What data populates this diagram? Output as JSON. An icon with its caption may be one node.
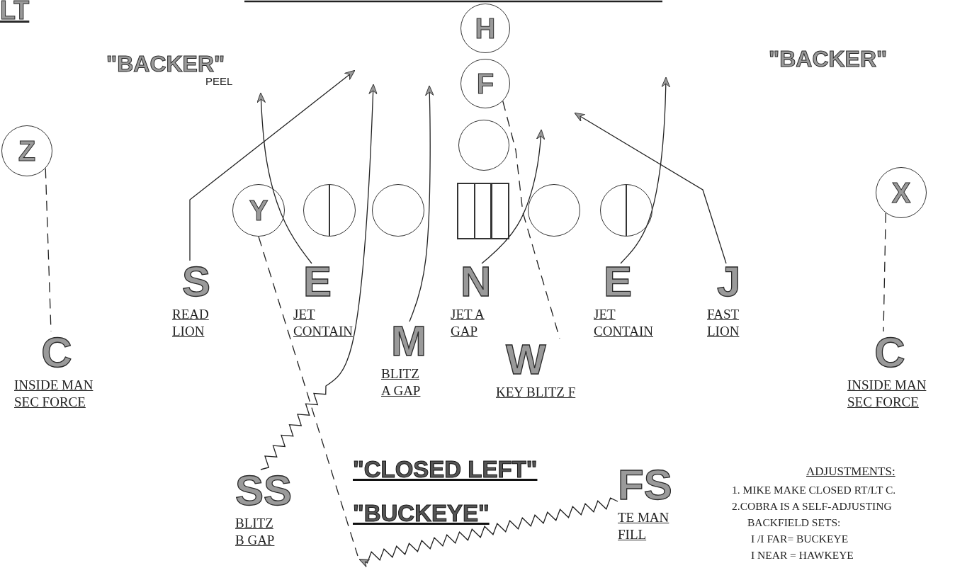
{
  "diagram": {
    "nodes": [
      {
        "text": [
          "H"
        ]
      },
      {
        "text": [
          "F"
        ]
      },
      {
        "text": [],
        "shape": "circle"
      },
      {
        "text": [
          "Y"
        ]
      },
      {
        "text": [],
        "shape": "circle"
      },
      {
        "text": [],
        "shape": "circle"
      },
      {
        "text": [],
        "shape": "box"
      },
      {
        "text": [],
        "shape": "circle"
      },
      {
        "text": [],
        "shape": "circle"
      },
      {
        "text": [
          "Z"
        ]
      },
      {
        "text": [
          "X"
        ]
      },
      {
        "text": [
          "S",
          "READ LION"
        ]
      },
      {
        "text": [
          "E",
          "JET CONTAIN"
        ]
      },
      {
        "text": [
          "M",
          "BLITZ A GAP"
        ]
      },
      {
        "text": [
          "N",
          "JET A GAP"
        ]
      },
      {
        "text": [
          "W",
          "KEY BLITZ F"
        ]
      },
      {
        "text": [
          "E",
          "JET CONTAIN"
        ]
      },
      {
        "text": [
          "J",
          "FAST LION"
        ]
      },
      {
        "text": [
          "C",
          "INSIDE MAN SEC FORCE"
        ]
      },
      {
        "text": [
          "C",
          "INSIDE MAN SEC FORCE"
        ]
      },
      {
        "text": [
          "SS",
          "BLITZ B GAP"
        ]
      },
      {
        "text": [
          "FS",
          "TE MAN FILL"
        ]
      }
    ],
    "edges": [
      {
        "from": 11,
        "to": null,
        "arrow": "to"
      },
      {
        "from": 12,
        "to": null,
        "arrow": "to"
      },
      {
        "from": 13,
        "to": null,
        "arrow": "to"
      },
      {
        "from": 14,
        "to": null,
        "arrow": "to"
      },
      {
        "from": 16,
        "to": null,
        "arrow": "to"
      },
      {
        "from": 17,
        "to": null,
        "arrow": "to"
      },
      {
        "from": 20,
        "to": null,
        "arrow": "to"
      },
      {
        "from": 21,
        "to": null,
        "arrow": "to"
      },
      {
        "from": 3,
        "to": null,
        "arrow": "none",
        "style": "dashed"
      },
      {
        "from": 1,
        "to": 15,
        "arrow": "none",
        "style": "dashed"
      },
      {
        "from": 9,
        "to": 18,
        "arrow": "none",
        "style": "dashed"
      },
      {
        "from": 10,
        "to": 19,
        "arrow": "none",
        "style": "dashed"
      }
    ],
    "labels": [
      "LT",
      "\"BACKER\"",
      "PEEL",
      "\"BACKER\"",
      "\"CLOSED LEFT\"",
      "\"BUCKEYE\"",
      "ADJUSTMENTS:",
      "1. MIKE MAKE CLOSED RT/LT C.",
      "2.COBRA IS A SELF-ADJUSTING",
      "BACKFIELD SETS:",
      "I /I FAR= BUCKEYE",
      "I NEAR = HAWKEYE"
    ]
  }
}
